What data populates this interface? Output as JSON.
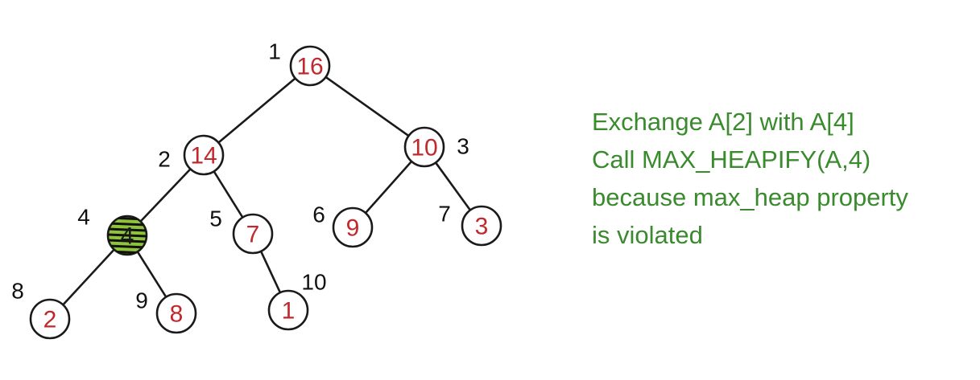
{
  "colors": {
    "key_text": "#c0282d",
    "highlight_key_text": "#1a1a1a",
    "note_text": "#3a8a2e",
    "highlight_fill": "#8fc43a"
  },
  "tree": {
    "nodes": [
      {
        "index": "1",
        "key": "16"
      },
      {
        "index": "2",
        "key": "14"
      },
      {
        "index": "3",
        "key": "10"
      },
      {
        "index": "4",
        "key": "4",
        "highlighted": true
      },
      {
        "index": "5",
        "key": "7"
      },
      {
        "index": "6",
        "key": "9"
      },
      {
        "index": "7",
        "key": "3"
      },
      {
        "index": "8",
        "key": "2"
      },
      {
        "index": "9",
        "key": "8"
      },
      {
        "index": "10",
        "key": "1"
      }
    ],
    "edges": [
      [
        1,
        2
      ],
      [
        1,
        3
      ],
      [
        2,
        4
      ],
      [
        2,
        5
      ],
      [
        3,
        6
      ],
      [
        3,
        7
      ],
      [
        4,
        8
      ],
      [
        4,
        9
      ],
      [
        5,
        10
      ]
    ]
  },
  "note": {
    "lines": [
      "Exchange A[2] with A[4]",
      "Call MAX_HEAPIFY(A,4)",
      "because max_heap property",
      "is violated"
    ]
  }
}
